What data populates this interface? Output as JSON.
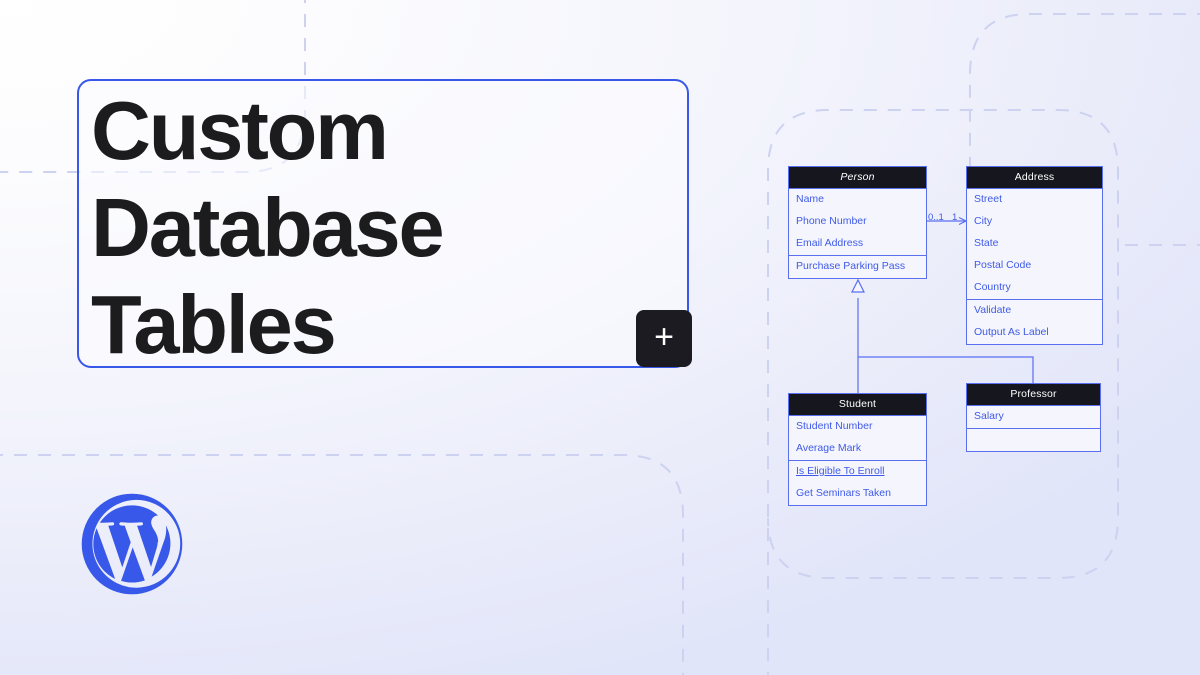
{
  "page": {
    "title_lines": "Custom\nDatabase\nTables",
    "accent_blue": "#3858e9",
    "dash_color": "#ccd2f0",
    "header_bg": "#16161e",
    "text_blue": "#3f5ae8"
  },
  "title_card": {
    "add_button_label": "+",
    "add_button_icon": "plus-icon"
  },
  "brand": {
    "logo_icon": "wordpress-logo-icon",
    "logo_color": "#3858e9"
  },
  "diagram": {
    "type": "uml-class-diagram",
    "classes": [
      {
        "name": "Person",
        "abstract": true,
        "attributes": [
          "Name",
          "Phone Number",
          "Email Address"
        ],
        "methods": [
          "Purchase Parking Pass"
        ],
        "static_methods": []
      },
      {
        "name": "Address",
        "abstract": false,
        "attributes": [
          "Street",
          "City",
          "State",
          "Postal Code",
          "Country"
        ],
        "methods": [
          "Validate",
          "Output As Label"
        ],
        "static_methods": []
      },
      {
        "name": "Student",
        "abstract": false,
        "attributes": [
          "Student Number",
          "Average Mark"
        ],
        "methods": [
          "Is Eligible To Enroll",
          "Get Seminars Taken"
        ],
        "static_methods": [
          "Is Eligible To Enroll"
        ]
      },
      {
        "name": "Professor",
        "abstract": false,
        "attributes": [
          "Salary"
        ],
        "methods": [],
        "static_methods": []
      }
    ],
    "relationships": [
      {
        "from": "Person",
        "to": "Address",
        "kind": "association",
        "source_multiplicity": "0..1",
        "target_multiplicity": "1"
      },
      {
        "from": "Student",
        "to": "Person",
        "kind": "generalization"
      },
      {
        "from": "Professor",
        "to": "Person",
        "kind": "generalization"
      }
    ],
    "multiplicity_labels": {
      "source": "0..1",
      "target": "1"
    }
  }
}
